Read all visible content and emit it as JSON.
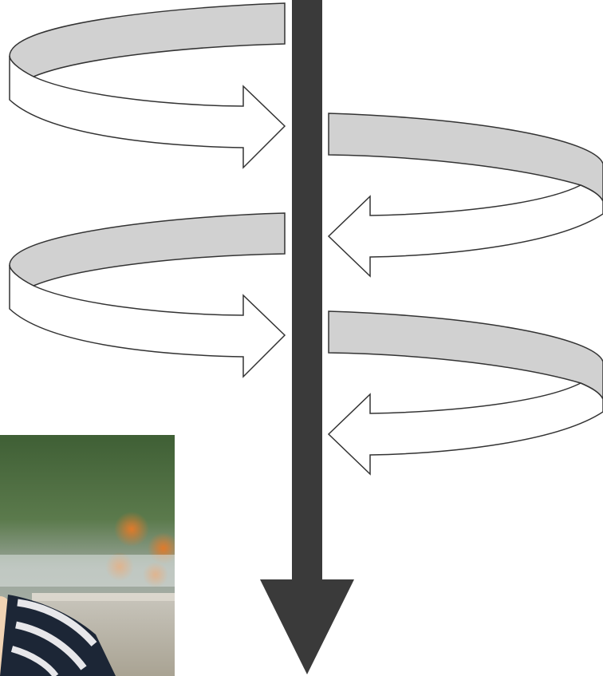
{
  "diagram": {
    "description_hidden": false,
    "spiral_loops": [
      {
        "side": "left"
      },
      {
        "side": "right"
      },
      {
        "side": "left"
      },
      {
        "side": "right"
      }
    ],
    "colors": {
      "axis": "#3a3a3a",
      "ribbon_top": "#d1d1d1",
      "ribbon_bottom": "#ffffff",
      "outline": "#333333"
    }
  },
  "photo": {
    "icon": "child-portrait-photo"
  }
}
